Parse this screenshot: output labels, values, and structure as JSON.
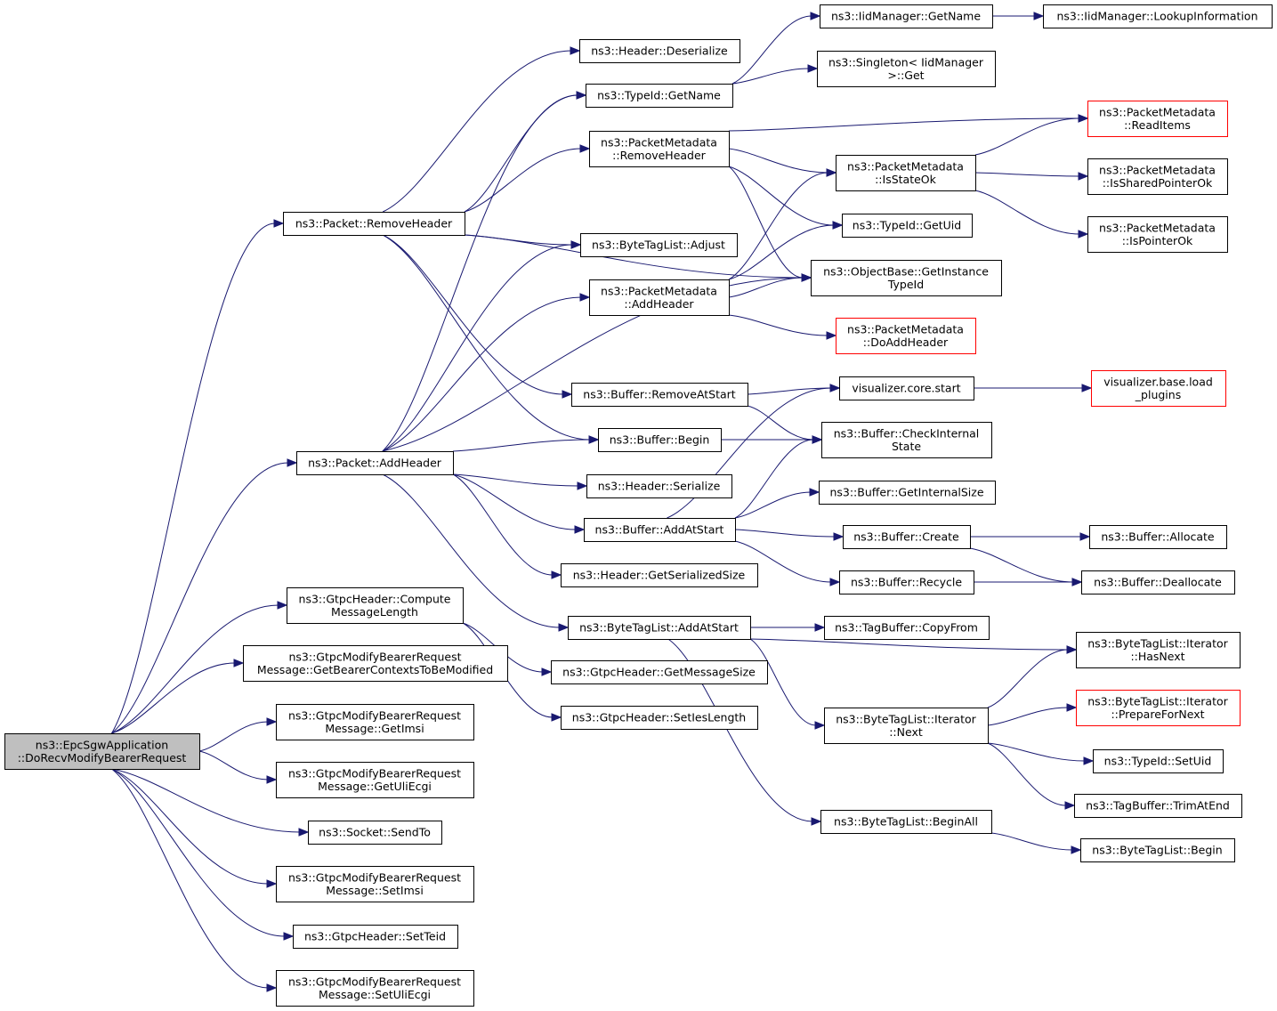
{
  "colors": {
    "edge": "#191970",
    "root_fill": "#bfbfbf",
    "node_border": "#000000",
    "truncated_border": "#ff0000",
    "background": "#ffffff"
  },
  "nodes": [
    {
      "id": "root",
      "lines": [
        "ns3::EpcSgwApplication",
        "::DoRecvModifyBearerRequest"
      ],
      "root": true
    },
    {
      "id": "pkt_remhdr",
      "lines": [
        "ns3::Packet::RemoveHeader"
      ]
    },
    {
      "id": "pkt_addhdr",
      "lines": [
        "ns3::Packet::AddHeader"
      ]
    },
    {
      "id": "gtpc_compute",
      "lines": [
        "ns3::GtpcHeader::Compute",
        "MessageLength"
      ]
    },
    {
      "id": "gmbr_getbearer",
      "lines": [
        "ns3::GtpcModifyBearerRequest",
        "Message::GetBearerContextsToBeModified"
      ]
    },
    {
      "id": "gmbr_getimsi",
      "lines": [
        "ns3::GtpcModifyBearerRequest",
        "Message::GetImsi"
      ]
    },
    {
      "id": "gmbr_getuli",
      "lines": [
        "ns3::GtpcModifyBearerRequest",
        "Message::GetUliEcgi"
      ]
    },
    {
      "id": "socket_sendto",
      "lines": [
        "ns3::Socket::SendTo"
      ]
    },
    {
      "id": "gmbr_setimsi",
      "lines": [
        "ns3::GtpcModifyBearerRequest",
        "Message::SetImsi"
      ]
    },
    {
      "id": "gtpc_setteid",
      "lines": [
        "ns3::GtpcHeader::SetTeid"
      ]
    },
    {
      "id": "gmbr_setuli",
      "lines": [
        "ns3::GtpcModifyBearerRequest",
        "Message::SetUliEcgi"
      ]
    },
    {
      "id": "hdr_deser",
      "lines": [
        "ns3::Header::Deserialize"
      ]
    },
    {
      "id": "typeid_getname",
      "lines": [
        "ns3::TypeId::GetName"
      ]
    },
    {
      "id": "pm_remhdr",
      "lines": [
        "ns3::PacketMetadata",
        "::RemoveHeader"
      ]
    },
    {
      "id": "btl_adjust",
      "lines": [
        "ns3::ByteTagList::Adjust"
      ]
    },
    {
      "id": "pm_addhdr",
      "lines": [
        "ns3::PacketMetadata",
        "::AddHeader"
      ]
    },
    {
      "id": "buf_remstart",
      "lines": [
        "ns3::Buffer::RemoveAtStart"
      ]
    },
    {
      "id": "buf_begin",
      "lines": [
        "ns3::Buffer::Begin"
      ]
    },
    {
      "id": "hdr_serialize",
      "lines": [
        "ns3::Header::Serialize"
      ]
    },
    {
      "id": "buf_addstart",
      "lines": [
        "ns3::Buffer::AddAtStart"
      ]
    },
    {
      "id": "hdr_getsersize",
      "lines": [
        "ns3::Header::GetSerializedSize"
      ]
    },
    {
      "id": "btl_addstart",
      "lines": [
        "ns3::ByteTagList::AddAtStart"
      ]
    },
    {
      "id": "gtpc_getmsgsize",
      "lines": [
        "ns3::GtpcHeader::GetMessageSize"
      ]
    },
    {
      "id": "gtpc_setieslen",
      "lines": [
        "ns3::GtpcHeader::SetIesLength"
      ]
    },
    {
      "id": "iid_getname",
      "lines": [
        "ns3::IidManager::GetName"
      ]
    },
    {
      "id": "singleton_get",
      "lines": [
        "ns3::Singleton< IidManager",
        ">::Get"
      ]
    },
    {
      "id": "pm_isstateok",
      "lines": [
        "ns3::PacketMetadata",
        "::IsStateOk"
      ]
    },
    {
      "id": "typeid_getuid",
      "lines": [
        "ns3::TypeId::GetUid"
      ]
    },
    {
      "id": "objbase_getinst",
      "lines": [
        "ns3::ObjectBase::GetInstance",
        "TypeId"
      ]
    },
    {
      "id": "pm_doaddhdr",
      "lines": [
        "ns3::PacketMetadata",
        "::DoAddHeader"
      ],
      "truncated": true
    },
    {
      "id": "vis_core_start",
      "lines": [
        "visualizer.core.start"
      ]
    },
    {
      "id": "buf_checkint",
      "lines": [
        "ns3::Buffer::CheckInternal",
        "State"
      ]
    },
    {
      "id": "buf_getintsize",
      "lines": [
        "ns3::Buffer::GetInternalSize"
      ]
    },
    {
      "id": "buf_create",
      "lines": [
        "ns3::Buffer::Create"
      ]
    },
    {
      "id": "buf_recycle",
      "lines": [
        "ns3::Buffer::Recycle"
      ]
    },
    {
      "id": "tagbuf_copyfrom",
      "lines": [
        "ns3::TagBuffer::CopyFrom"
      ]
    },
    {
      "id": "btl_it_next",
      "lines": [
        "ns3::ByteTagList::Iterator",
        "::Next"
      ]
    },
    {
      "id": "btl_beginall",
      "lines": [
        "ns3::ByteTagList::BeginAll"
      ]
    },
    {
      "id": "iid_lookup",
      "lines": [
        "ns3::IidManager::LookupInformation"
      ]
    },
    {
      "id": "pm_readitems",
      "lines": [
        "ns3::PacketMetadata",
        "::ReadItems"
      ],
      "truncated": true
    },
    {
      "id": "pm_issharedptr",
      "lines": [
        "ns3::PacketMetadata",
        "::IsSharedPointerOk"
      ]
    },
    {
      "id": "pm_isptr",
      "lines": [
        "ns3::PacketMetadata",
        "::IsPointerOk"
      ]
    },
    {
      "id": "vis_base_load",
      "lines": [
        "visualizer.base.load",
        "_plugins"
      ],
      "truncated": true
    },
    {
      "id": "buf_allocate",
      "lines": [
        "ns3::Buffer::Allocate"
      ]
    },
    {
      "id": "buf_dealloc",
      "lines": [
        "ns3::Buffer::Deallocate"
      ]
    },
    {
      "id": "btl_it_hasnext",
      "lines": [
        "ns3::ByteTagList::Iterator",
        "::HasNext"
      ]
    },
    {
      "id": "btl_it_prepare",
      "lines": [
        "ns3::ByteTagList::Iterator",
        "::PrepareForNext"
      ],
      "truncated": true
    },
    {
      "id": "typeid_setuid",
      "lines": [
        "ns3::TypeId::SetUid"
      ]
    },
    {
      "id": "tagbuf_trim",
      "lines": [
        "ns3::TagBuffer::TrimAtEnd"
      ]
    },
    {
      "id": "btl_begin",
      "lines": [
        "ns3::ByteTagList::Begin"
      ]
    }
  ],
  "edges": [
    [
      "root",
      "pkt_remhdr"
    ],
    [
      "root",
      "pkt_addhdr"
    ],
    [
      "root",
      "gtpc_compute"
    ],
    [
      "root",
      "gmbr_getbearer"
    ],
    [
      "root",
      "gmbr_getimsi"
    ],
    [
      "root",
      "gmbr_getuli"
    ],
    [
      "root",
      "socket_sendto"
    ],
    [
      "root",
      "gmbr_setimsi"
    ],
    [
      "root",
      "gtpc_setteid"
    ],
    [
      "root",
      "gmbr_setuli"
    ],
    [
      "pkt_remhdr",
      "hdr_deser"
    ],
    [
      "pkt_remhdr",
      "typeid_getname"
    ],
    [
      "pkt_remhdr",
      "pm_remhdr"
    ],
    [
      "pkt_remhdr",
      "btl_adjust"
    ],
    [
      "pkt_remhdr",
      "objbase_getinst"
    ],
    [
      "pkt_remhdr",
      "buf_remstart"
    ],
    [
      "pkt_remhdr",
      "buf_begin"
    ],
    [
      "pkt_addhdr",
      "typeid_getname"
    ],
    [
      "pkt_addhdr",
      "btl_adjust"
    ],
    [
      "pkt_addhdr",
      "pm_addhdr"
    ],
    [
      "pkt_addhdr",
      "objbase_getinst"
    ],
    [
      "pkt_addhdr",
      "buf_begin"
    ],
    [
      "pkt_addhdr",
      "hdr_serialize"
    ],
    [
      "pkt_addhdr",
      "buf_addstart"
    ],
    [
      "pkt_addhdr",
      "hdr_getsersize"
    ],
    [
      "pkt_addhdr",
      "btl_addstart"
    ],
    [
      "gtpc_compute",
      "gtpc_getmsgsize"
    ],
    [
      "gtpc_compute",
      "gtpc_setieslen"
    ],
    [
      "typeid_getname",
      "iid_getname"
    ],
    [
      "typeid_getname",
      "singleton_get"
    ],
    [
      "iid_getname",
      "iid_lookup"
    ],
    [
      "pm_remhdr",
      "pm_readitems"
    ],
    [
      "pm_remhdr",
      "pm_isstateok"
    ],
    [
      "pm_remhdr",
      "typeid_getuid"
    ],
    [
      "pm_remhdr",
      "objbase_getinst"
    ],
    [
      "pm_addhdr",
      "pm_isstateok"
    ],
    [
      "pm_addhdr",
      "typeid_getuid"
    ],
    [
      "pm_addhdr",
      "objbase_getinst"
    ],
    [
      "pm_addhdr",
      "pm_doaddhdr"
    ],
    [
      "pm_isstateok",
      "pm_readitems"
    ],
    [
      "pm_isstateok",
      "pm_issharedptr"
    ],
    [
      "pm_isstateok",
      "pm_isptr"
    ],
    [
      "buf_remstart",
      "vis_core_start"
    ],
    [
      "buf_remstart",
      "buf_checkint"
    ],
    [
      "buf_begin",
      "buf_checkint"
    ],
    [
      "buf_addstart",
      "vis_core_start"
    ],
    [
      "buf_addstart",
      "buf_checkint"
    ],
    [
      "buf_addstart",
      "buf_getintsize"
    ],
    [
      "buf_addstart",
      "buf_create"
    ],
    [
      "buf_addstart",
      "buf_recycle"
    ],
    [
      "vis_core_start",
      "vis_base_load"
    ],
    [
      "buf_create",
      "buf_allocate"
    ],
    [
      "buf_create",
      "buf_dealloc"
    ],
    [
      "buf_recycle",
      "buf_dealloc"
    ],
    [
      "btl_addstart",
      "tagbuf_copyfrom"
    ],
    [
      "btl_addstart",
      "btl_it_hasnext"
    ],
    [
      "btl_addstart",
      "btl_it_next"
    ],
    [
      "btl_addstart",
      "btl_beginall"
    ],
    [
      "btl_it_next",
      "btl_it_hasnext"
    ],
    [
      "btl_it_next",
      "btl_it_prepare"
    ],
    [
      "btl_it_next",
      "typeid_setuid"
    ],
    [
      "btl_it_next",
      "tagbuf_trim"
    ],
    [
      "btl_beginall",
      "btl_begin"
    ]
  ]
}
